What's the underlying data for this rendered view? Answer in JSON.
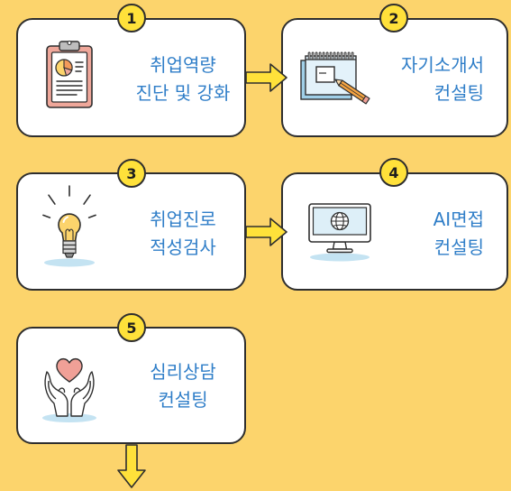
{
  "colors": {
    "background": "#FCD46C",
    "border": "#2E2E2E",
    "text": "#2F7EC8",
    "badge": "#FFE13A",
    "arrow": "#FFE13A",
    "accent_blue": "#C4E3F2"
  },
  "steps": [
    {
      "number": "1",
      "title_line1": "취업역량",
      "title_line2": "진단 및 강화",
      "icon": "clipboard-chart-icon"
    },
    {
      "number": "2",
      "title_line1": "자기소개서",
      "title_line2": "컨설팅",
      "icon": "sketchbook-pencil-icon"
    },
    {
      "number": "3",
      "title_line1": "취업진로",
      "title_line2": "적성검사",
      "icon": "lightbulb-icon"
    },
    {
      "number": "4",
      "title_line1": "AI면접",
      "title_line2": "컨설팅",
      "icon": "monitor-globe-icon"
    },
    {
      "number": "5",
      "title_line1": "심리상담",
      "title_line2": "컨설팅",
      "icon": "heart-hands-icon"
    }
  ],
  "arrows": [
    {
      "icon": "arrow-right-icon"
    },
    {
      "icon": "arrow-right-icon"
    },
    {
      "icon": "arrow-down-icon"
    }
  ]
}
